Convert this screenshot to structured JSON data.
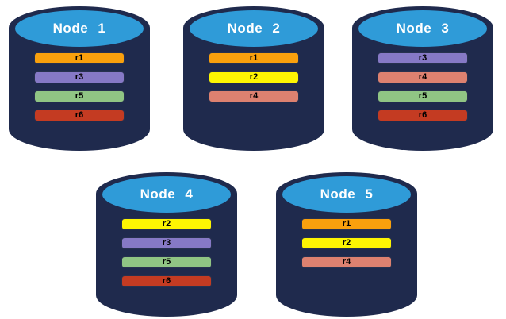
{
  "diagram": {
    "title": "replicated-database-nodes",
    "background_color": "#FFFFFF",
    "cylinder_body_color": "#1F2A4D",
    "cylinder_top_color": "#2F9BD8",
    "title_text_color": "#FFFFFF",
    "bar_text_color": "#000000",
    "bar_border_color": "#27314F"
  },
  "replica_colors": {
    "r1": "#F9A00D",
    "r2": "#FDF502",
    "r3": "#8679C6",
    "r4": "#DD8170",
    "r5": "#90C584",
    "r6": "#C43B22"
  },
  "nodes": [
    {
      "label": "Node 1",
      "replicas": [
        "r1",
        "r3",
        "r5",
        "r6"
      ]
    },
    {
      "label": "Node 2",
      "replicas": [
        "r1",
        "r2",
        "r4"
      ]
    },
    {
      "label": "Node 3",
      "replicas": [
        "r3",
        "r4",
        "r5",
        "r6"
      ]
    },
    {
      "label": "Node 4",
      "replicas": [
        "r2",
        "r3",
        "r5",
        "r6"
      ]
    },
    {
      "label": "Node 5",
      "replicas": [
        "r1",
        "r2",
        "r4"
      ]
    }
  ]
}
